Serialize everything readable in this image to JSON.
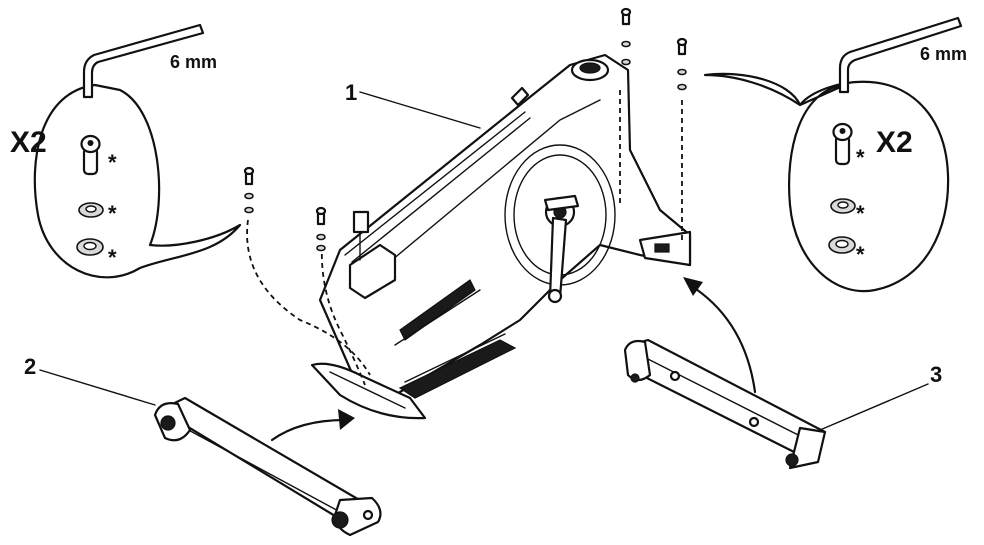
{
  "callouts": {
    "left": {
      "quantity": "X2",
      "tool_size": "6 mm",
      "marks": [
        "*",
        "*",
        "*"
      ]
    },
    "right": {
      "quantity": "X2",
      "tool_size": "6 mm",
      "marks": [
        "*",
        "*",
        "*"
      ]
    }
  },
  "part_numbers": {
    "main_frame": "1",
    "front_stabilizer": "2",
    "rear_stabilizer": "3"
  },
  "icons": [
    "hex-key-icon",
    "bolt-icon",
    "spring-washer-icon",
    "flat-washer-icon",
    "arrow-icon"
  ]
}
